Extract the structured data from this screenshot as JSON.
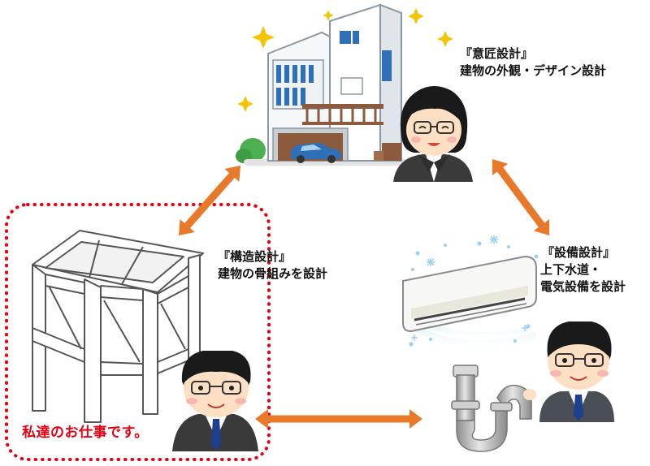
{
  "diagram": {
    "colors": {
      "arrow": "#e8782a",
      "dotted_frame": "#e60012",
      "caption": "#e60012",
      "suit": "#3a3a3a",
      "skin": "#fde0c4",
      "hair": "#1a1a1a"
    },
    "roles": {
      "design": {
        "title": "『意匠設計』",
        "description": "建物の外観・デザイン設計"
      },
      "structure": {
        "title": "『構造設計』",
        "description": "建物の骨組みを設計"
      },
      "equipment": {
        "title": "『設備設計』",
        "line1": "上下水道・",
        "line2": "電気設備を設計"
      }
    },
    "caption": "私達のお仕事です。",
    "icons": {
      "house": "modern-house-icon",
      "frame": "building-frame-icon",
      "air_conditioner": "air-conditioner-icon",
      "pipe": "drain-pipe-icon",
      "woman": "female-designer-icon",
      "man_left": "male-engineer-icon",
      "man_right": "male-engineer-icon"
    }
  }
}
